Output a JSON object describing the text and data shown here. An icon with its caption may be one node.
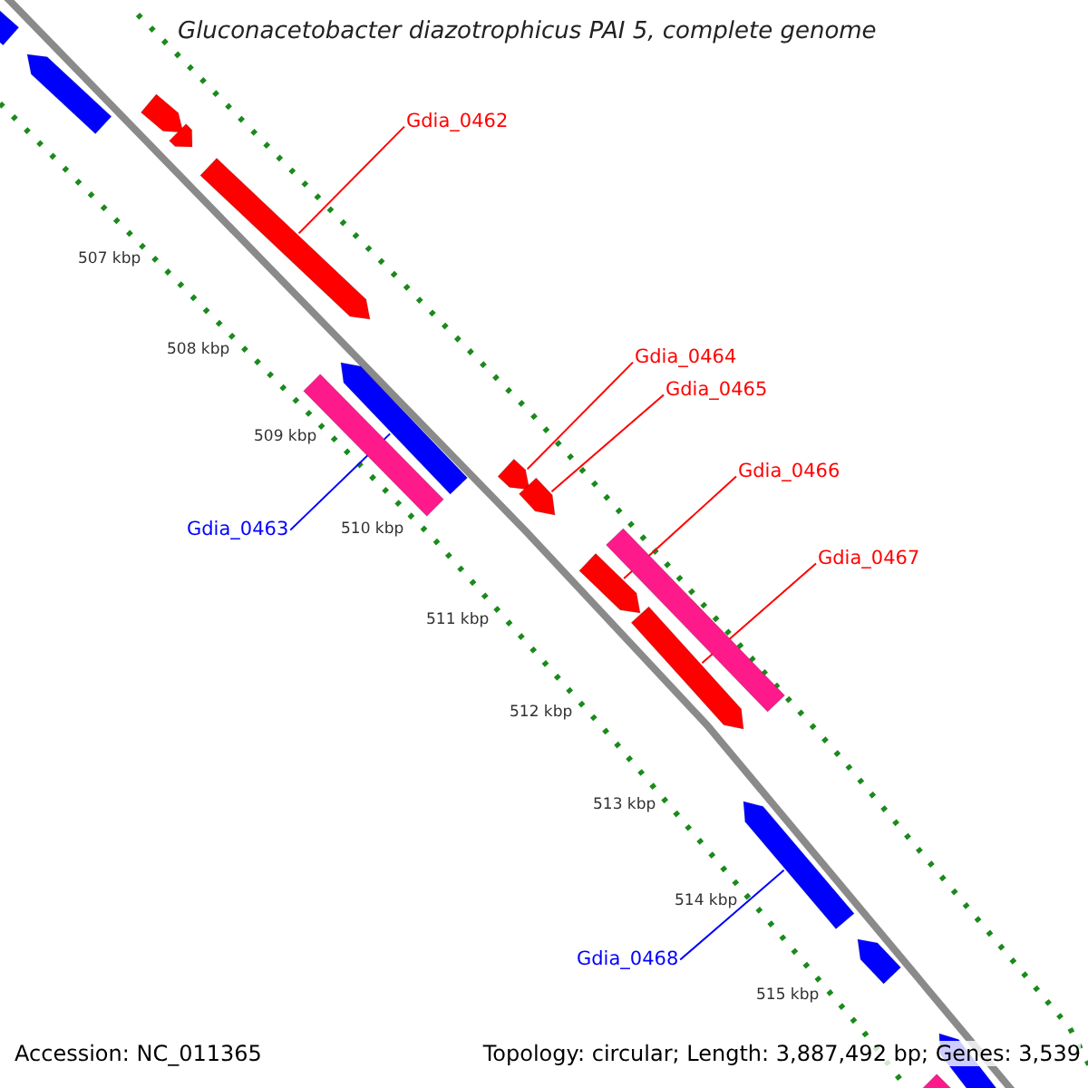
{
  "diagram": {
    "title": "Gluconacetobacter diazotrophicus PAI 5, complete genome",
    "nodes": [
      {
        "text": [],
        "shape": "pentagon"
      },
      {
        "text": [],
        "shape": "pentagon"
      },
      {
        "text": [],
        "shape": "pentagon"
      },
      {
        "text": [],
        "shape": "pentagon"
      },
      {
        "text": [
          "Gdia_0462"
        ]
      },
      {
        "text": [],
        "shape": "pentagon"
      },
      {
        "text": [],
        "shape": "bar"
      },
      {
        "text": [],
        "shape": "pentagon"
      },
      {
        "text": [
          "Gdia_0463"
        ]
      },
      {
        "text": [
          "Gdia_0464"
        ]
      },
      {
        "text": [
          "Gdia_0465"
        ]
      },
      {
        "text": [],
        "shape": "pentagon"
      },
      {
        "text": [],
        "shape": "pentagon"
      },
      {
        "text": [
          "Gdia_0466"
        ]
      },
      {
        "text": [],
        "shape": "bar"
      },
      {
        "text": [],
        "shape": "pentagon"
      },
      {
        "text": [
          "Gdia_0467"
        ]
      },
      {
        "text": [],
        "shape": "pentagon"
      },
      {
        "text": [],
        "shape": "pentagon"
      },
      {
        "text": [
          "Gdia_0468"
        ]
      },
      {
        "text": [],
        "shape": "pentagon"
      },
      {
        "text": [],
        "shape": "pentagon"
      },
      {
        "text": [],
        "shape": "bar"
      }
    ],
    "edges": [
      {
        "from": 4,
        "to": 5,
        "arrow": "none"
      },
      {
        "from": 8,
        "to": 7,
        "arrow": "none",
        "color": "#0000ff"
      },
      {
        "from": 9,
        "to": 11,
        "arrow": "none"
      },
      {
        "from": 10,
        "to": 12,
        "arrow": "none"
      },
      {
        "from": 13,
        "to": 15,
        "arrow": "none"
      },
      {
        "from": 16,
        "to": 17,
        "arrow": "none"
      },
      {
        "from": 19,
        "to": 18,
        "arrow": "none",
        "color": "#0000ff"
      }
    ],
    "labels": [
      "507 kbp",
      "508 kbp",
      "509 kbp",
      "510 kbp",
      "511 kbp",
      "512 kbp",
      "513 kbp",
      "514 kbp",
      "515 kbp",
      "Accession: NC_011365",
      "Topology: circular; Length: 3,887,492 bp; Genes: 3,539"
    ]
  }
}
